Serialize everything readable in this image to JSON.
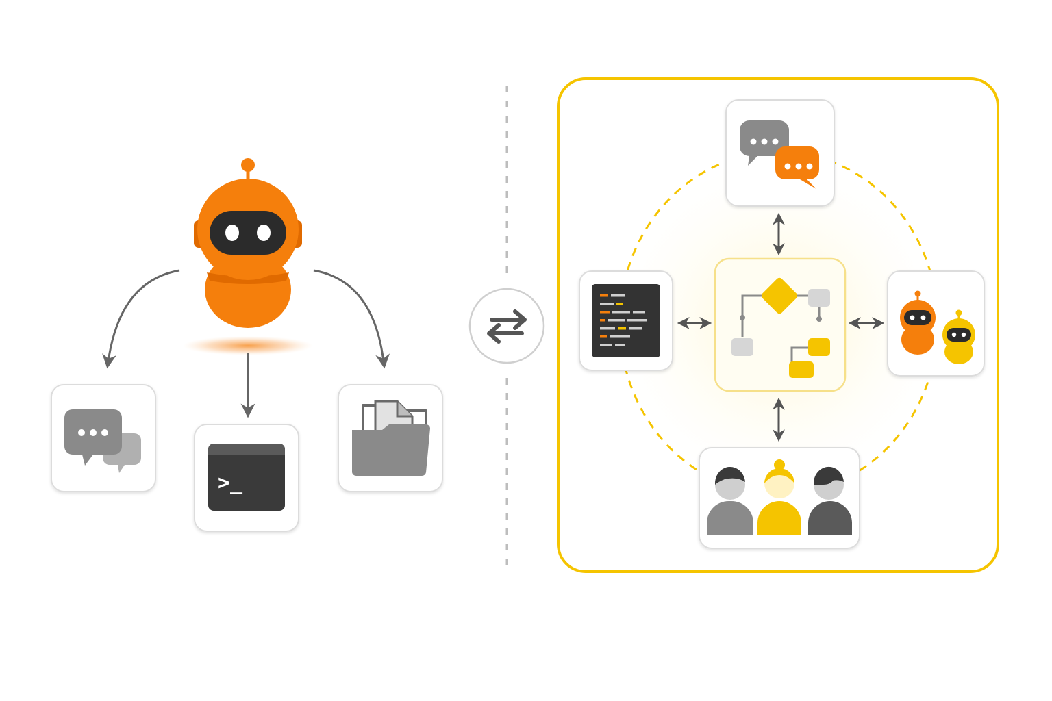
{
  "diagram": {
    "left_panel": {
      "agent": {
        "icon": "robot-icon"
      },
      "tools": [
        {
          "id": "chat",
          "icon": "chat-bubbles-icon"
        },
        {
          "id": "terminal",
          "icon": "terminal-icon",
          "prompt": ">_"
        },
        {
          "id": "files",
          "icon": "folder-icon"
        }
      ]
    },
    "exchange": {
      "icon": "swap-arrows-icon"
    },
    "right_panel": {
      "nodes": [
        {
          "id": "messaging",
          "icon": "chat-bubbles-icon"
        },
        {
          "id": "code",
          "icon": "code-editor-icon"
        },
        {
          "id": "workflow",
          "icon": "flowchart-icon"
        },
        {
          "id": "agents",
          "icon": "robots-icon"
        },
        {
          "id": "team",
          "icon": "people-icon"
        }
      ]
    },
    "colors": {
      "orange": "#F57F0C",
      "orange_dark": "#E06A00",
      "yellow": "#F5C400",
      "gray": "#8A8A8A",
      "dark": "#3A3A3A",
      "card_border": "#DCDCDC"
    }
  }
}
